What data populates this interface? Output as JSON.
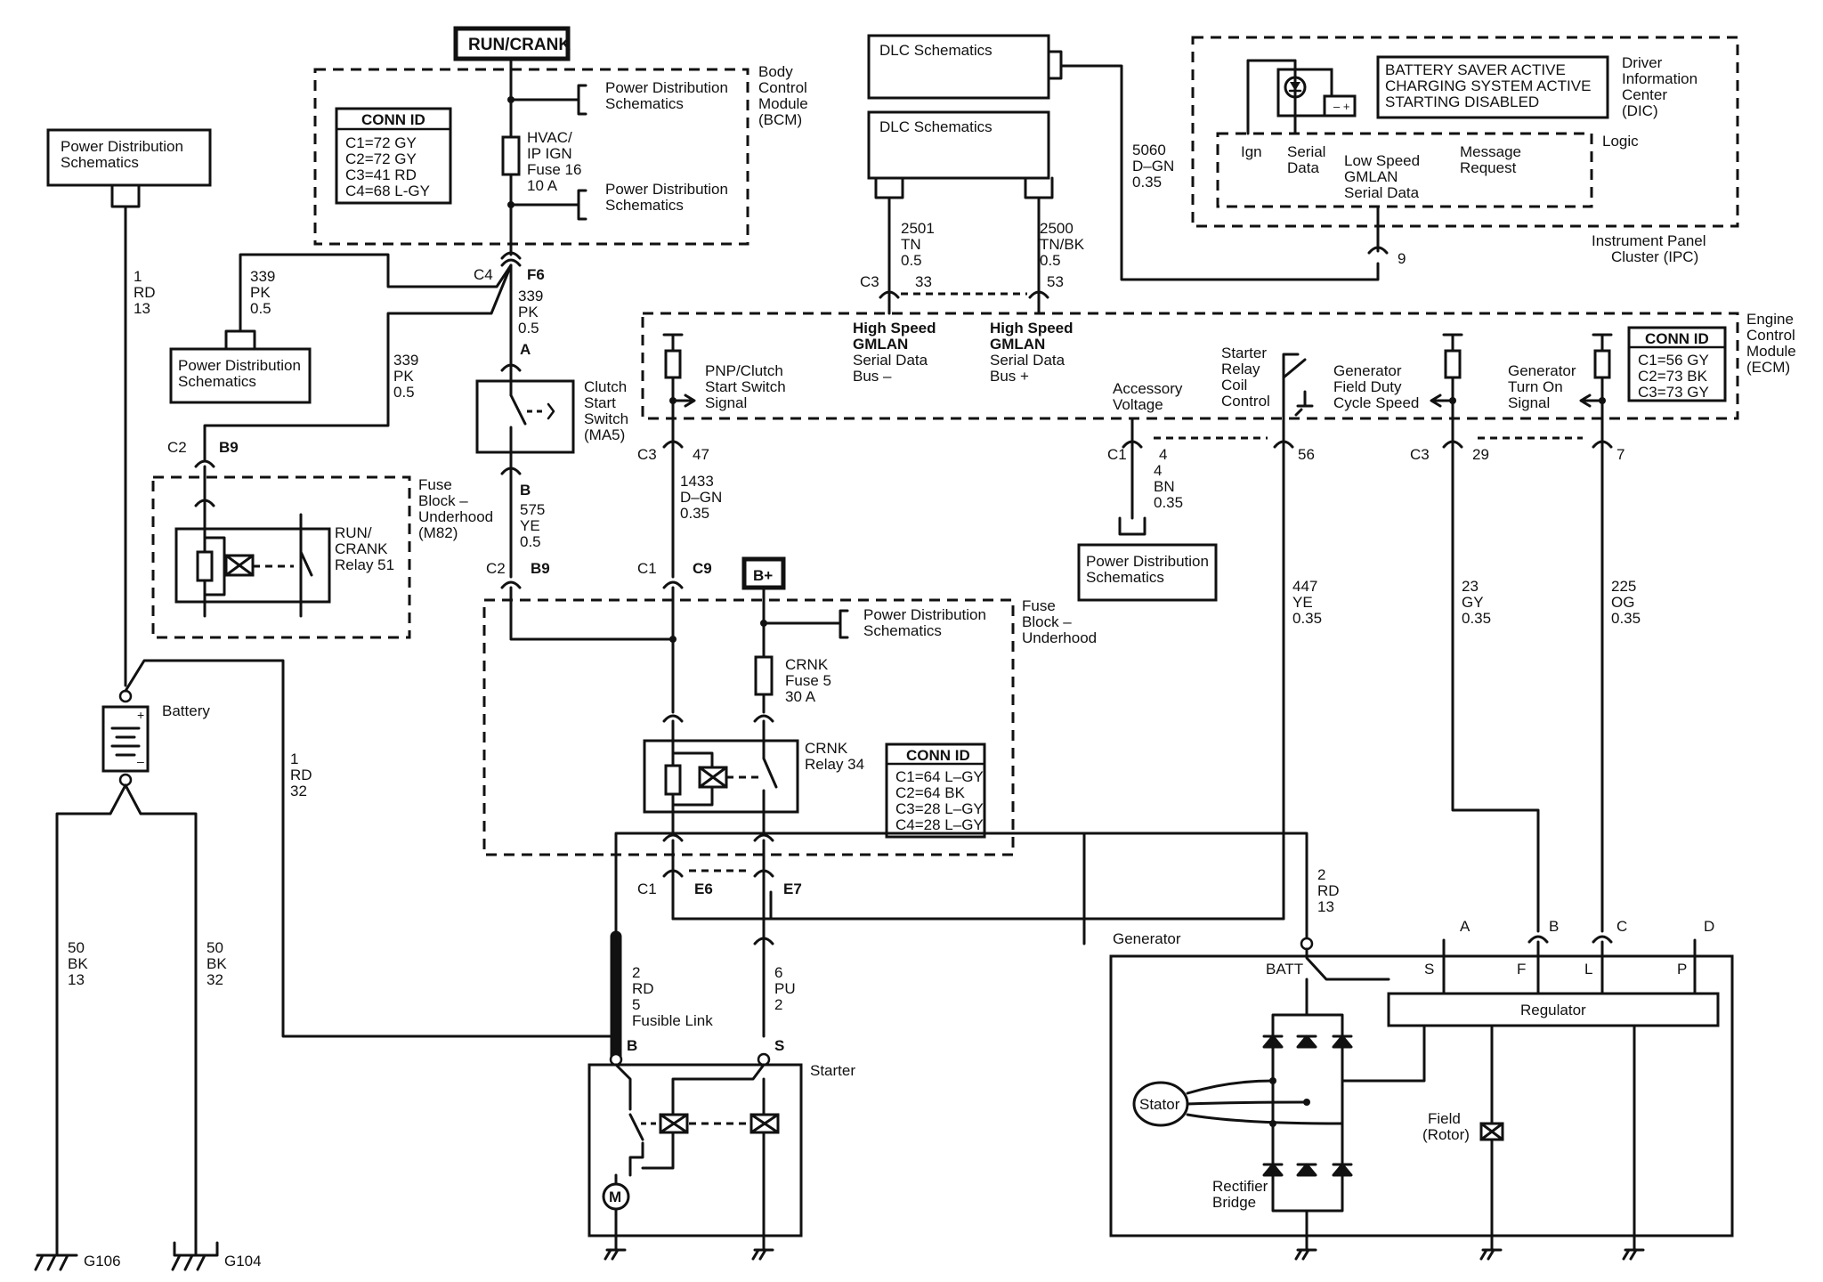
{
  "diagram": {
    "labels": {
      "run_crank": "RUN/CRANK",
      "body_control_module": [
        "Body",
        "Control",
        "Module",
        "(BCM)"
      ],
      "power_distribution": [
        "Power Distribution",
        "Schematics"
      ],
      "bcm_conn_title": "CONN ID",
      "bcm_conn": [
        "C1=72 GY",
        "C2=72 GY",
        "C3=41 RD",
        "C4=68 L-GY"
      ],
      "fuse16": [
        "HVAC/",
        "IP IGN",
        "Fuse 16",
        "10 A"
      ],
      "c4": "C4",
      "f6": "F6",
      "pk339": [
        "339",
        "PK",
        "0.5"
      ],
      "rd1_13": [
        "1",
        "RD",
        "13"
      ],
      "c2": "C2",
      "b9": "B9",
      "a": "A",
      "b": "B",
      "clutch_switch": [
        "Clutch",
        "Start",
        "Switch",
        "(MA5)"
      ],
      "ye575": [
        "575",
        "YE",
        "0.5"
      ],
      "fuse_block_m82": [
        "Fuse",
        "Block –",
        "Underhood",
        "(M82)"
      ],
      "run_crank_relay": [
        "RUN/",
        "CRANK",
        "Relay 51"
      ],
      "battery": "Battery",
      "rd1_32": [
        "1",
        "RD",
        "32"
      ],
      "bk50_13": [
        "50",
        "BK",
        "13"
      ],
      "bk50_32": [
        "50",
        "BK",
        "32"
      ],
      "g106": "G106",
      "g104": "G104",
      "dlc": "DLC Schematics",
      "tn2501": [
        "2501",
        "TN",
        "0.5"
      ],
      "tnbk2500": [
        "2500",
        "TN/BK",
        "0.5"
      ],
      "c3": "C3",
      "pin33": "33",
      "pin53": "53",
      "gmlan_minus": [
        "High Speed",
        "GMLAN",
        "Serial Data",
        "Bus –"
      ],
      "gmlan_plus": [
        "High Speed",
        "GMLAN",
        "Serial Data",
        "Bus +"
      ],
      "dgn5060": [
        "5060",
        "D–GN",
        "0.35"
      ],
      "dic_msgs": [
        "BATTERY SAVER ACTIVE",
        "CHARGING SYSTEM ACTIVE",
        "STARTING DISABLED"
      ],
      "dic_label": [
        "Driver",
        "Information",
        "Center",
        "(DIC)"
      ],
      "logic": "Logic",
      "ign": "Ign",
      "serial_data": [
        "Serial",
        "Data"
      ],
      "low_speed_gmlan": [
        "Low Speed",
        "GMLAN",
        "Serial Data"
      ],
      "message_request": [
        "Message",
        "Request"
      ],
      "pin9": "9",
      "ipc_label": [
        "Instrument Panel",
        "Cluster (IPC)"
      ],
      "ecm_label": [
        "Engine",
        "Control",
        "Module",
        "(ECM)"
      ],
      "ecm_conn_title": "CONN ID",
      "ecm_conn": [
        "C1=56 GY",
        "C2=73 BK",
        "C3=73 GY"
      ],
      "pnp_signal": [
        "PNP/Clutch",
        "Start Switch",
        "Signal"
      ],
      "accessory_voltage": [
        "Accessory",
        "Voltage"
      ],
      "starter_relay_coil": [
        "Starter",
        "Relay",
        "Coil",
        "Control"
      ],
      "gen_field_duty": [
        "Generator",
        "Field Duty",
        "Cycle Speed"
      ],
      "gen_turn_on": [
        "Generator",
        "Turn On",
        "Signal"
      ],
      "pin47": "47",
      "c1": "C1",
      "pin4": "4",
      "pin56": "56",
      "pin29": "29",
      "pin7": "7",
      "dgn1433": [
        "1433",
        "D–GN",
        "0.35"
      ],
      "bn4": [
        "4",
        "BN",
        "0.35"
      ],
      "ye447": [
        "447",
        "YE",
        "0.35"
      ],
      "gy23": [
        "23",
        "GY",
        "0.35"
      ],
      "og225": [
        "225",
        "OG",
        "0.35"
      ],
      "c9": "C9",
      "b_plus": "B+",
      "fuse_block_uh": [
        "Fuse",
        "Block –",
        "Underhood"
      ],
      "crnk_fuse": [
        "CRNK",
        "Fuse 5",
        "30 A"
      ],
      "crnk_relay": [
        "CRNK",
        "Relay 34"
      ],
      "uh_conn_title": "CONN ID",
      "uh_conn": [
        "C1=64 L–GY",
        "C2=64 BK",
        "C3=28 L–GY",
        "C4=28 L–GY"
      ],
      "e6": "E6",
      "e7": "E7",
      "rd2_13": [
        "2",
        "RD",
        "13"
      ],
      "rd2_5": [
        "2",
        "RD",
        "5",
        "Fusible Link"
      ],
      "pu6": [
        "6",
        "PU",
        "2"
      ],
      "s": "S",
      "starter": "Starter",
      "motor": "M",
      "generator": "Generator",
      "batt": "BATT",
      "pins_abcd": [
        "A",
        "B",
        "C",
        "D"
      ],
      "pins_sflp": [
        "S",
        "F",
        "L",
        "P"
      ],
      "regulator": "Regulator",
      "stator": "Stator",
      "field_rotor": [
        "Field",
        "(Rotor)"
      ],
      "rectifier_bridge": [
        "Rectifier",
        "Bridge"
      ]
    }
  }
}
